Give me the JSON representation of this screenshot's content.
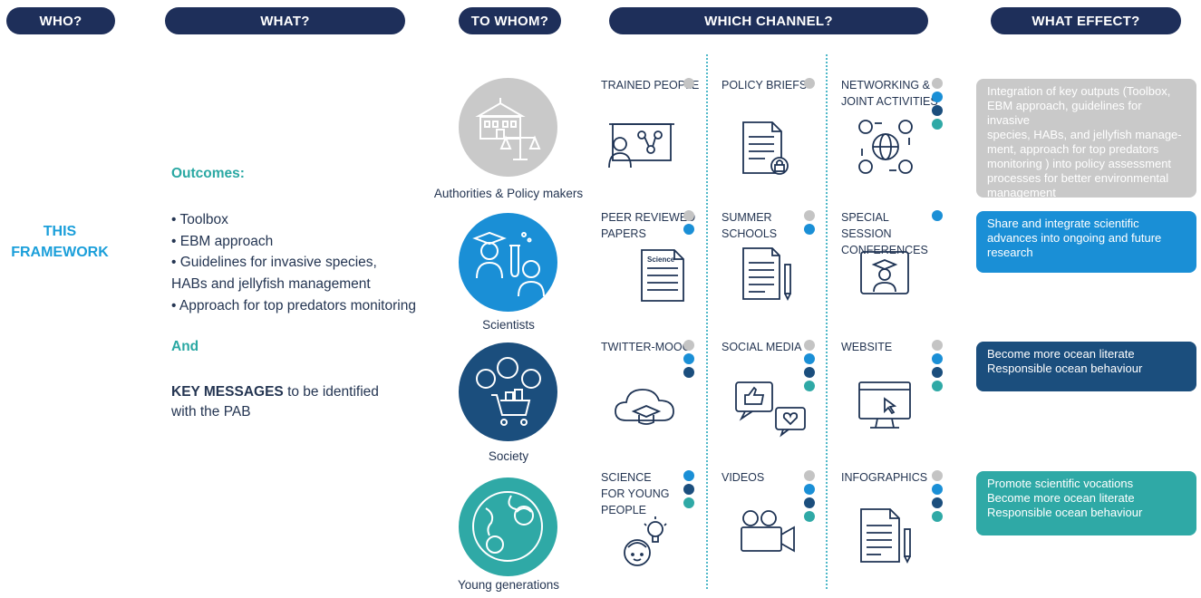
{
  "headers": {
    "who": "WHO?",
    "what": "WHAT?",
    "to_whom": "TO WHOM?",
    "which_channel": "WHICH CHANNEL?",
    "what_effect": "WHAT EFFECT?"
  },
  "who": {
    "line1": "THIS",
    "line2": "FRAMEWORK"
  },
  "what": {
    "outcomes_title": "Outcomes:",
    "items": [
      "• Toolbox",
      "• EBM approach",
      "• Guidelines for invasive species,",
      "HABs and jellyfish management",
      "• Approach for top predators monitoring"
    ],
    "and": "And",
    "key_bold": "KEY MESSAGES",
    "key_rest": " to be identified",
    "key_line2": "with the PAB"
  },
  "audiences": [
    {
      "label": "Authorities & Policy makers",
      "color": "#c9c9c9"
    },
    {
      "label": "Scientists",
      "color": "#1a8fd6"
    },
    {
      "label": "Society",
      "color": "#1b4e7d"
    },
    {
      "label": "Young generations",
      "color": "#2fa9a6"
    }
  ],
  "dot_colors": {
    "grey": "#c4c4c4",
    "blue": "#1a8fd6",
    "navy": "#1b4e7d",
    "teal": "#2fa9a6"
  },
  "channels": [
    {
      "line1": "TRAINED PEOPLE",
      "line2": "",
      "icon": "trainer-presentation-icon",
      "dots": [
        "grey"
      ]
    },
    {
      "line1": "POLICY BRIEFS",
      "line2": "",
      "icon": "policy-document-lock-icon",
      "dots": [
        "grey"
      ]
    },
    {
      "line1": "NETWORKING &",
      "line2": "JOINT ACTIVITIES",
      "icon": "network-globe-people-icon",
      "dots": [
        "grey",
        "blue",
        "navy",
        "teal"
      ]
    },
    {
      "line1": "PEER REVIEWED",
      "line2": "PAPERS",
      "icon": "science-paper-icon",
      "dots": [
        "grey",
        "blue"
      ],
      "icon_text": "Science"
    },
    {
      "line1": "SUMMER",
      "line2": "SCHOOLS",
      "icon": "notes-pencil-icon",
      "dots": [
        "grey",
        "blue"
      ]
    },
    {
      "line1": "SPECIAL SESSION",
      "line2": "CONFERENCES",
      "icon": "graduate-screen-icon",
      "dots": [
        "blue"
      ]
    },
    {
      "line1": "TWITTER-MOOC",
      "line2": "",
      "icon": "cloud-graduation-icon",
      "dots": [
        "grey",
        "blue",
        "navy"
      ]
    },
    {
      "line1": "SOCIAL MEDIA",
      "line2": "",
      "icon": "like-heart-bubbles-icon",
      "dots": [
        "grey",
        "blue",
        "navy",
        "teal"
      ]
    },
    {
      "line1": "WEBSITE",
      "line2": "",
      "icon": "monitor-cursor-icon",
      "dots": [
        "grey",
        "blue",
        "navy",
        "teal"
      ]
    },
    {
      "line1": "SCIENCE",
      "line2": "FOR YOUNG",
      "line3": "PEOPLE",
      "icon": "child-lightbulb-icon",
      "dots": [
        "blue",
        "navy",
        "teal"
      ]
    },
    {
      "line1": "VIDEOS",
      "line2": "",
      "icon": "video-camera-icon",
      "dots": [
        "grey",
        "blue",
        "navy",
        "teal"
      ]
    },
    {
      "line1": "INFOGRAPHICS",
      "line2": "",
      "icon": "infographic-document-icon",
      "dots": [
        "grey",
        "blue",
        "navy",
        "teal"
      ]
    }
  ],
  "effects": [
    {
      "color": "#c9c9c9",
      "lines": [
        "Integration of key outputs (Toolbox,",
        "EBM approach, guidelines for invasive",
        "species, HABs, and jellyfish manage-",
        "ment, approach for top predators",
        "monitoring ) into policy assessment",
        "processes for better environmental",
        "management"
      ]
    },
    {
      "color": "#1a8fd6",
      "lines": [
        "Share and integrate scientific",
        "advances into ongoing and future",
        "research"
      ]
    },
    {
      "color": "#1b4e7d",
      "lines": [
        "Become more ocean literate",
        "Responsible ocean behaviour"
      ]
    },
    {
      "color": "#2fa9a6",
      "lines": [
        "Promote scientific vocations",
        "Become more ocean literate",
        "Responsible ocean behaviour"
      ]
    }
  ]
}
